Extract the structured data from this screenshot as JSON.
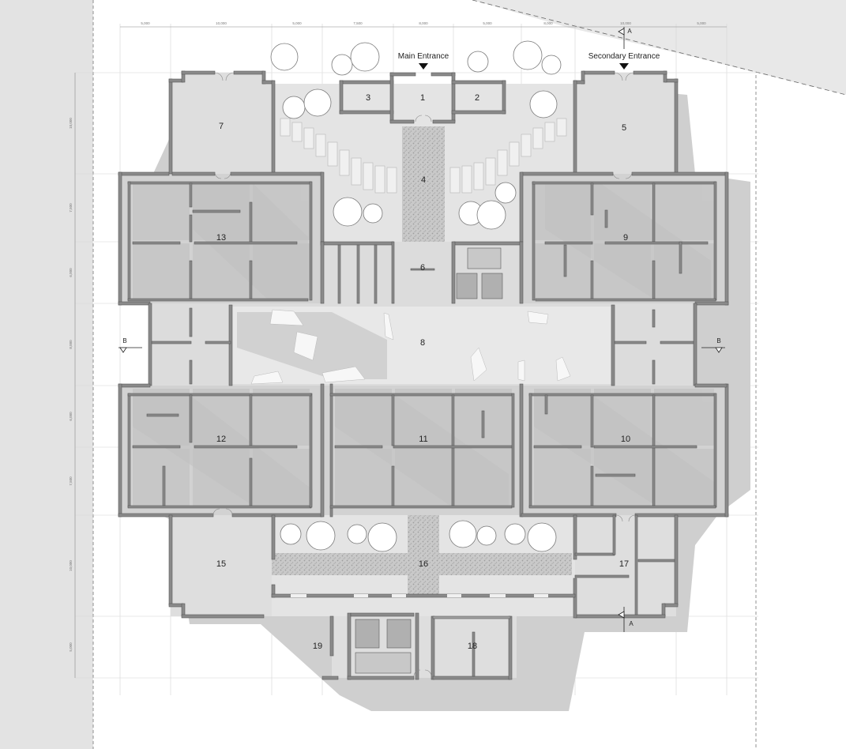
{
  "entrances": {
    "main": "Main Entrance",
    "secondary": "Secondary Entrance"
  },
  "rooms": [
    "1",
    "2",
    "3",
    "4",
    "5",
    "6",
    "7",
    "8",
    "9",
    "10",
    "11",
    "12",
    "13",
    "15",
    "16",
    "17",
    "18",
    "19"
  ],
  "section_markers": {
    "a_top": "A",
    "a_bottom": "A",
    "b_left": "B",
    "b_right": "B"
  },
  "dimensions_top": [
    "5,000",
    "10,000",
    "5,000",
    "7,500",
    "8,000",
    "5,000",
    "8,000",
    "10,000",
    "5,000"
  ],
  "dimensions_left": [
    "10,000",
    "7,500",
    "6,000",
    "8,000",
    "6,000",
    "7,500",
    "10,000",
    "5,000"
  ],
  "colors": {
    "wall": "#8a8a8a",
    "wall_dark": "#6f6f6f",
    "floor": "#d9d9d9",
    "floor_light": "#e6e6e6",
    "shadow": "#c4c4c4",
    "margin_gray": "#e3e3e3",
    "paving": "#bdbdbd"
  }
}
